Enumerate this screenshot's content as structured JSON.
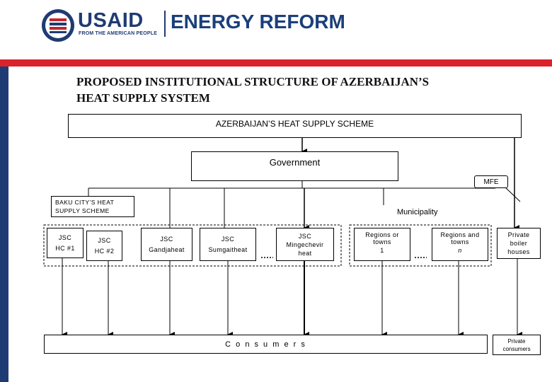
{
  "header": {
    "usaid_text": "USAID",
    "tagline": "FROM THE AMERICAN PEOPLE",
    "program": "ENERGY REFORM",
    "colors": {
      "usaid_blue": "#1f3b73",
      "program_blue": "#1b3f7a",
      "red_band": "#d9232d",
      "side_bar": "#1f3b73"
    }
  },
  "title": {
    "line1": "PROPOSED INSTITUTIONAL STRUCTURE OF AZERBAIJAN’S",
    "line2": "HEAT SUPPLY SYSTEM"
  },
  "diagram": {
    "scheme": "AZERBAIJAN’S HEAT SUPPLY SCHEME",
    "government": "Government",
    "mfe": "MFE",
    "baku_line1": "BAKU CITY’S HEAT",
    "baku_line2": "SUPPLY SCHEME",
    "municipality": "Municipality",
    "jsc1": [
      "JSC",
      "HC #1"
    ],
    "jsc2": [
      "JSC",
      "HC #2"
    ],
    "gandja": [
      "JSC",
      "Gandjaheat"
    ],
    "sumgait": [
      "JSC",
      "Sumgaitheat"
    ],
    "mingechevir": [
      "JSC",
      "Mingechevir",
      "heat"
    ],
    "regions1": [
      "Regions or",
      "towns",
      "1"
    ],
    "regionsn": [
      "Regions and",
      "towns",
      "n"
    ],
    "private_boiler": [
      "Private",
      "boiler",
      "houses"
    ],
    "consumers": "C o n s u m e r s",
    "private_consumers": [
      "Private",
      "consumers"
    ]
  }
}
